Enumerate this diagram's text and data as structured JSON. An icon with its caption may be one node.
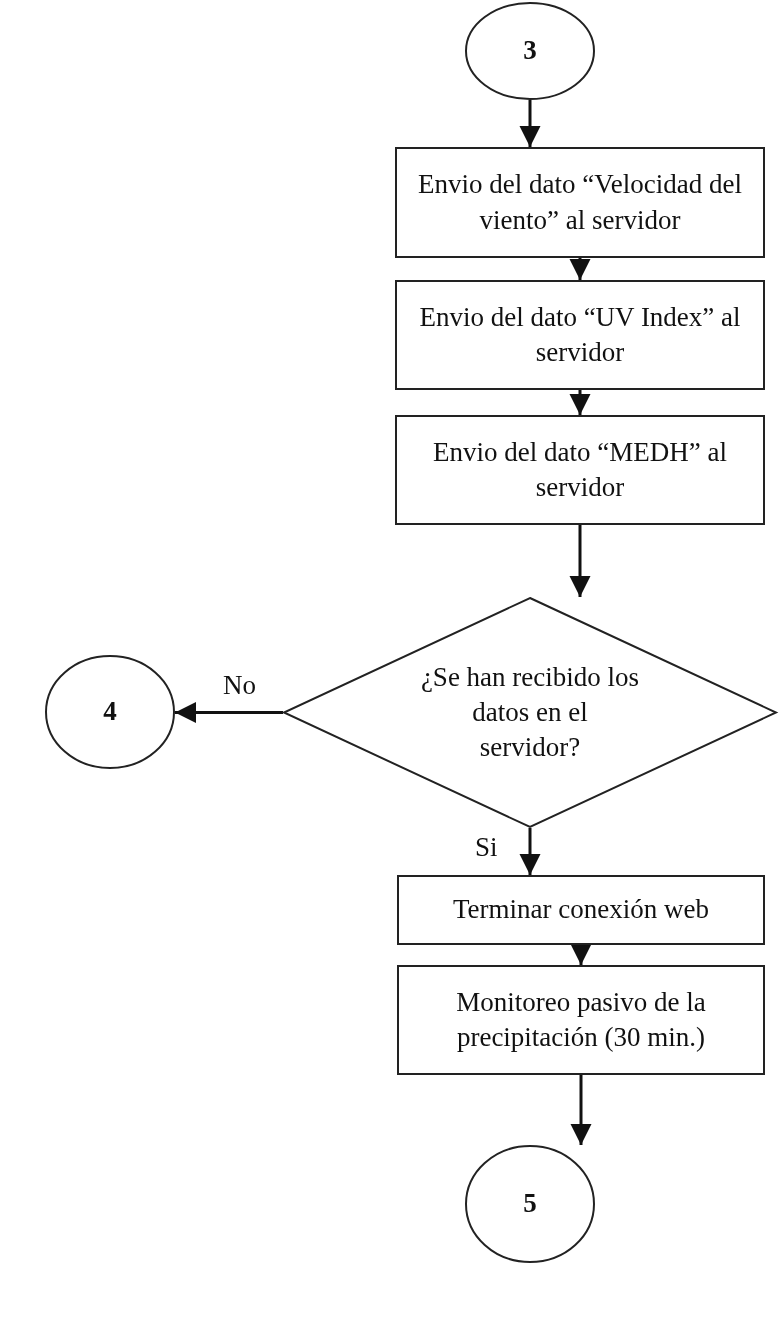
{
  "diagram": {
    "nodes": [
      {
        "text": [
          "3"
        ]
      },
      {
        "text": [
          "Envio del dato “Velocidad del viento” al servidor"
        ]
      },
      {
        "text": [
          "Envio del dato “UV Index” al servidor"
        ]
      },
      {
        "text": [
          "Envio del dato “MEDH” al servidor"
        ]
      },
      {
        "text": [
          "¿Se han recibido los datos en el servidor?"
        ]
      },
      {
        "text": [
          "4"
        ]
      },
      {
        "text": [
          "Terminar conexión web"
        ]
      },
      {
        "text": [
          "Monitoreo pasivo de la precipitación (30 min.)"
        ]
      },
      {
        "text": [
          "5"
        ]
      }
    ],
    "edges": [
      {
        "from": 0,
        "to": 1,
        "arrow": "to"
      },
      {
        "from": 1,
        "to": 2,
        "arrow": "to"
      },
      {
        "from": 2,
        "to": 3,
        "arrow": "to"
      },
      {
        "from": 3,
        "to": 4,
        "arrow": "to"
      },
      {
        "from": 4,
        "to": 5,
        "arrow": "to",
        "label": "No"
      },
      {
        "from": 4,
        "to": 6,
        "arrow": "to",
        "label": "Si"
      },
      {
        "from": 6,
        "to": 7,
        "arrow": "to"
      },
      {
        "from": 7,
        "to": 8,
        "arrow": "to"
      }
    ]
  }
}
